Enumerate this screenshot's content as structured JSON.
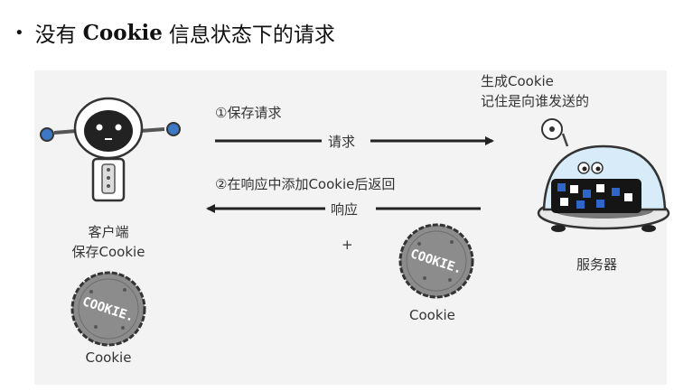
{
  "heading": {
    "bullet": "•",
    "part1": "没有",
    "bold": "Cookie",
    "part2": "信息状态下的请求"
  },
  "client": {
    "label_line1": "客户端",
    "label_line2": "保存Cookie",
    "cookie_caption": "Cookie"
  },
  "server": {
    "note_line1": "生成Cookie",
    "note_line2": "记住是向谁发送的",
    "label": "服务器"
  },
  "step1": {
    "title": "①保存请求",
    "arrow_label": "请求"
  },
  "step2": {
    "title": "②在响应中添加Cookie后返回",
    "arrow_label": "响应",
    "plus": "+",
    "cookie_caption": "Cookie"
  },
  "cookie_text": "COOKIE.",
  "colors": {
    "panel_bg": "#f3f3f3",
    "arrow": "#222222",
    "robot_face": "#222222",
    "robot_accent": "#3d78c4",
    "cookie_fill": "#8c8c8c",
    "server_dome": "#d7ecf8",
    "server_panel": "#2f66c9"
  }
}
